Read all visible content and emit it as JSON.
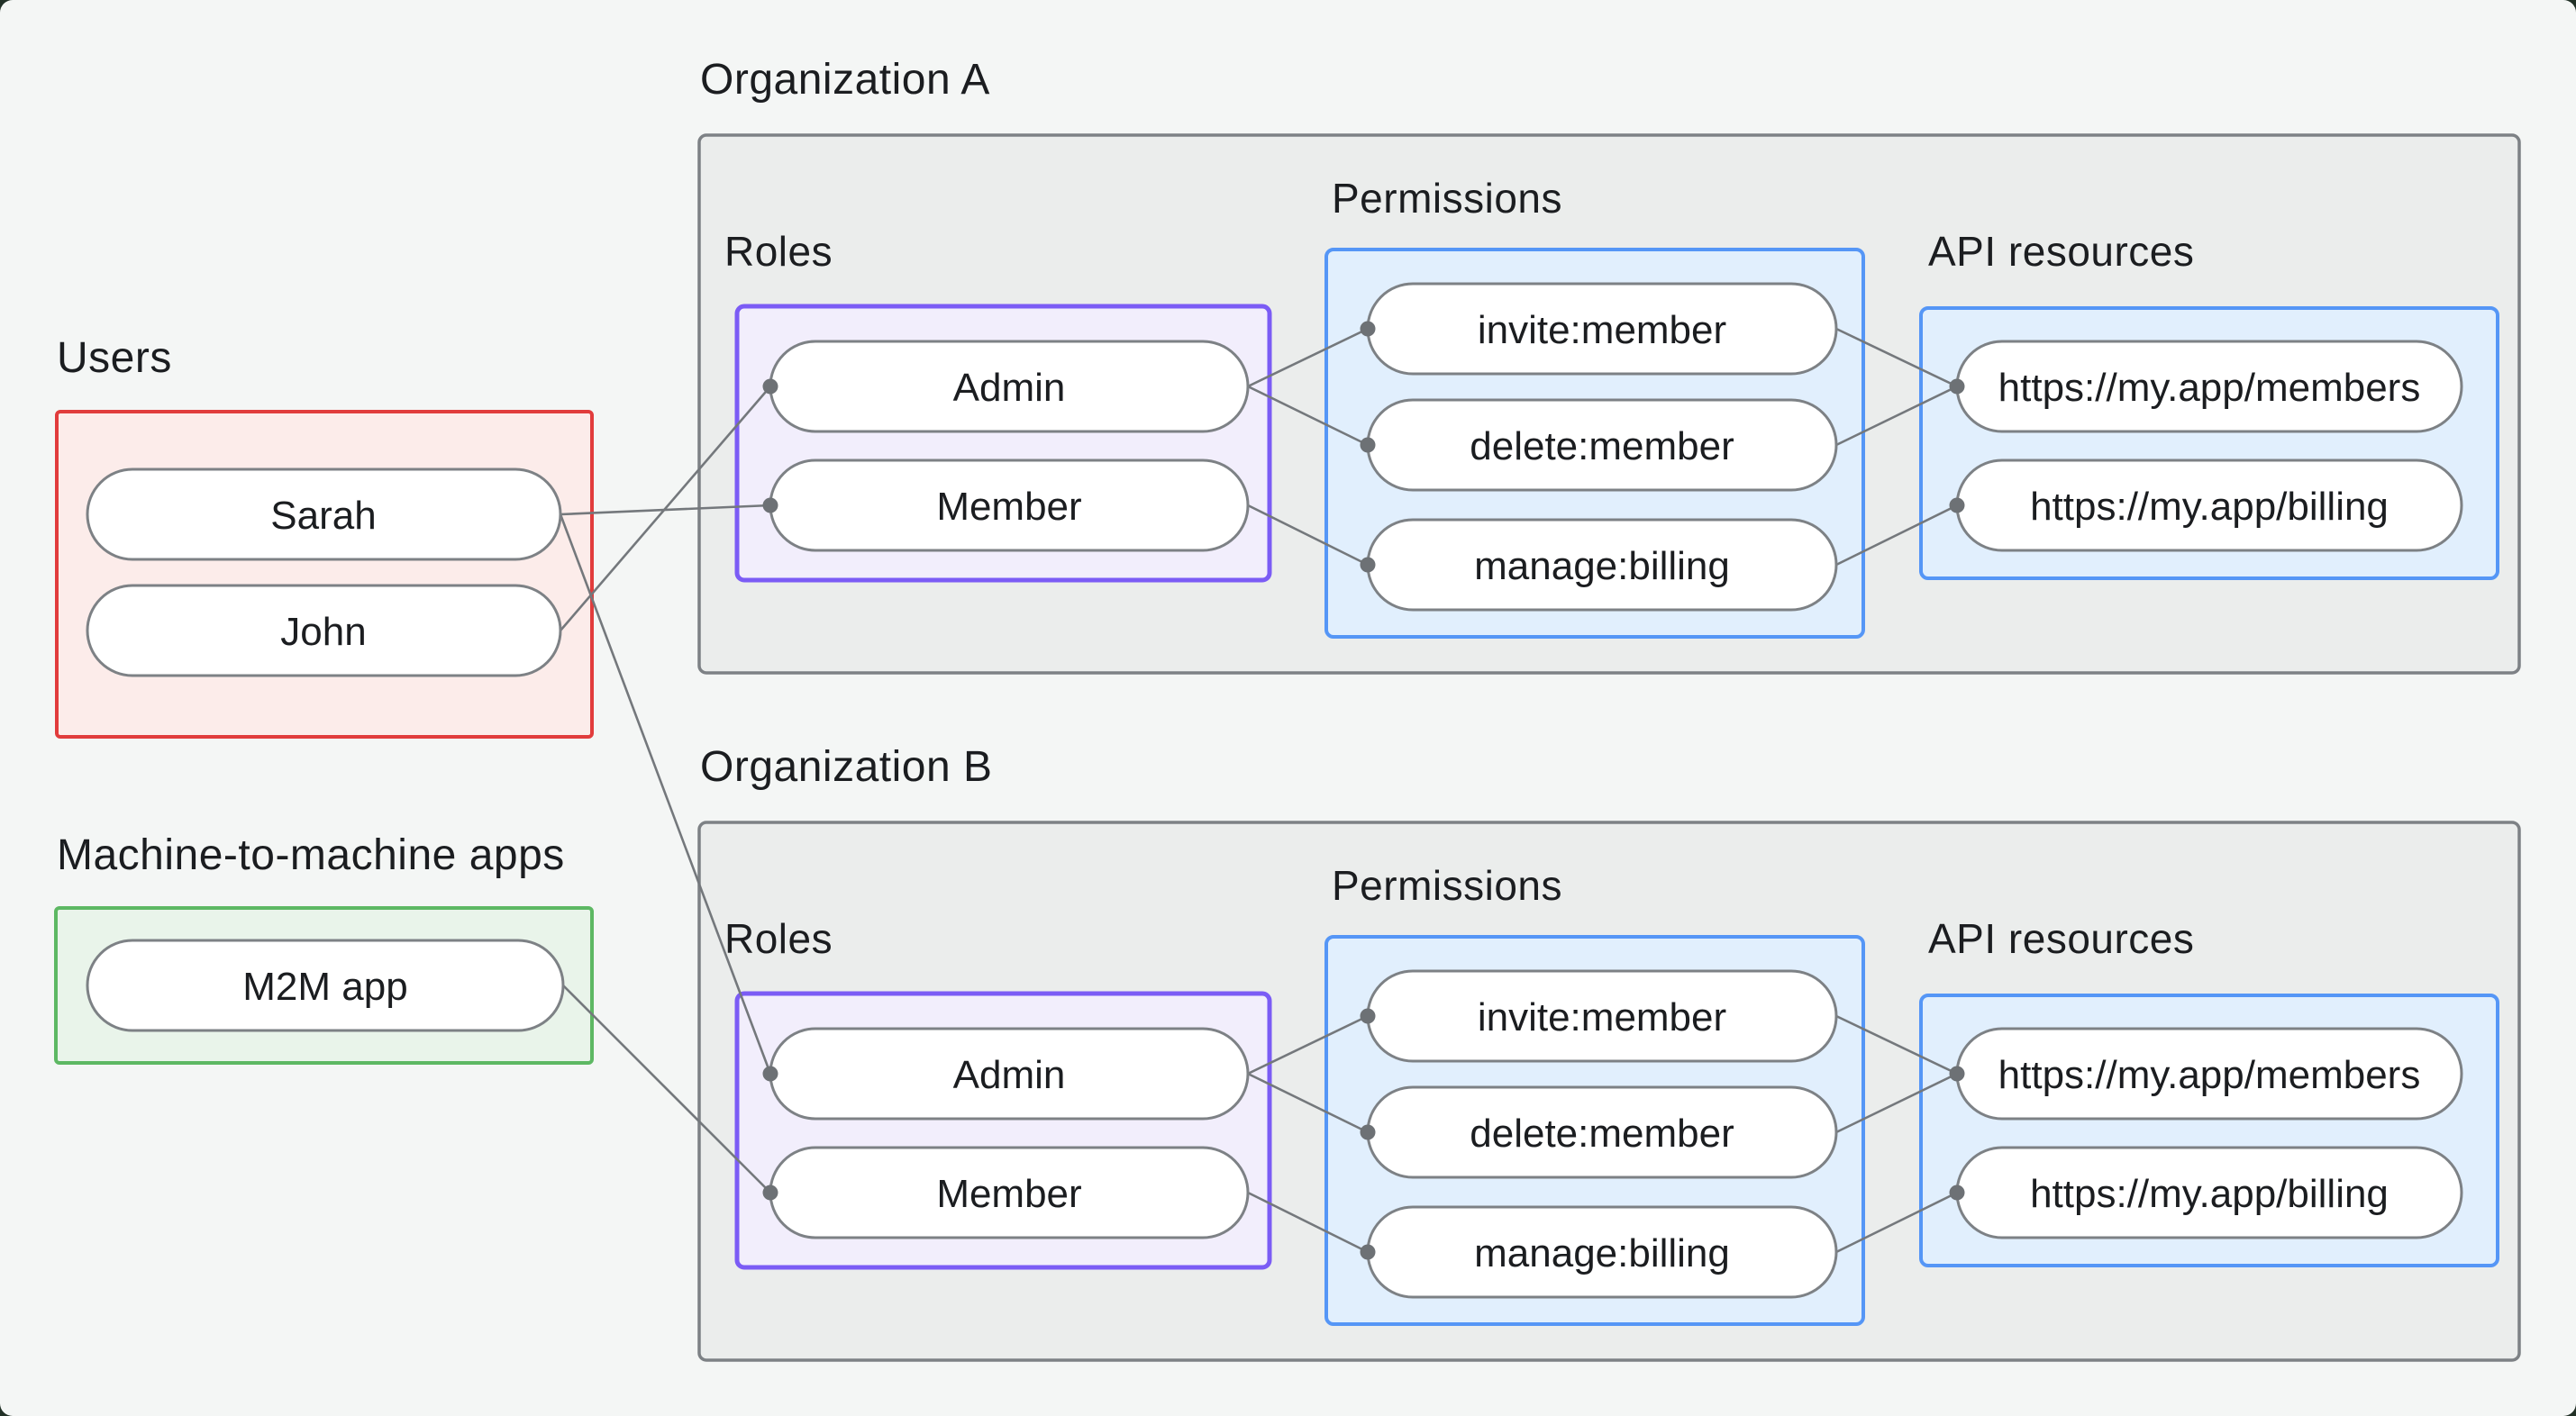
{
  "diagram": {
    "users": {
      "label": "Users",
      "items": [
        "Sarah",
        "John"
      ]
    },
    "m2m": {
      "label": "Machine-to-machine apps",
      "items": [
        "M2M app"
      ]
    },
    "org_a": {
      "title": "Organization A",
      "roles_label": "Roles",
      "permissions_label": "Permissions",
      "api_label": "API resources",
      "roles": [
        "Admin",
        "Member"
      ],
      "permissions": [
        "invite:member",
        "delete:member",
        "manage:billing"
      ],
      "api_resources": [
        "https://my.app/members",
        "https://my.app/billing"
      ]
    },
    "org_b": {
      "title": "Organization B",
      "roles_label": "Roles",
      "permissions_label": "Permissions",
      "api_label": "API resources",
      "roles": [
        "Admin",
        "Member"
      ],
      "permissions": [
        "invite:member",
        "delete:member",
        "manage:billing"
      ],
      "api_resources": [
        "https://my.app/members",
        "https://my.app/billing"
      ]
    },
    "edges": [
      {
        "from": "Sarah",
        "to": "Organization A / Member"
      },
      {
        "from": "John",
        "to": "Organization A / Admin"
      },
      {
        "from": "Sarah",
        "to": "Organization B / Admin"
      },
      {
        "from": "M2M app",
        "to": "Organization B / Member"
      },
      {
        "from": "Organization A / Admin",
        "to": "Organization A / invite:member"
      },
      {
        "from": "Organization A / Admin",
        "to": "Organization A / delete:member"
      },
      {
        "from": "Organization A / Member",
        "to": "Organization A / manage:billing"
      },
      {
        "from": "Organization A / invite:member",
        "to": "Organization A / https://my.app/members"
      },
      {
        "from": "Organization A / delete:member",
        "to": "Organization A / https://my.app/members"
      },
      {
        "from": "Organization A / manage:billing",
        "to": "Organization A / https://my.app/billing"
      },
      {
        "from": "Organization B / Admin",
        "to": "Organization B / invite:member"
      },
      {
        "from": "Organization B / Admin",
        "to": "Organization B / delete:member"
      },
      {
        "from": "Organization B / Member",
        "to": "Organization B / manage:billing"
      },
      {
        "from": "Organization B / invite:member",
        "to": "Organization B / https://my.app/members"
      },
      {
        "from": "Organization B / delete:member",
        "to": "Organization B / https://my.app/members"
      },
      {
        "from": "Organization B / manage:billing",
        "to": "Organization B / https://my.app/billing"
      }
    ],
    "colors": {
      "background": "#f4f6f5",
      "org_fill": "#ebedec",
      "org_border": "#7d8185",
      "users_fill": "#fcecea",
      "users_border": "#e13c3c",
      "m2m_fill": "#e9f4ea",
      "m2m_border": "#5db863",
      "roles_fill": "#f2eefc",
      "roles_border": "#7b5cf5",
      "permissions_fill": "#e1effd",
      "permissions_border": "#5596f6",
      "node_fill": "#ffffff",
      "node_border": "#7d8185",
      "edge": "#74787c",
      "text": "#1b1d20"
    }
  }
}
